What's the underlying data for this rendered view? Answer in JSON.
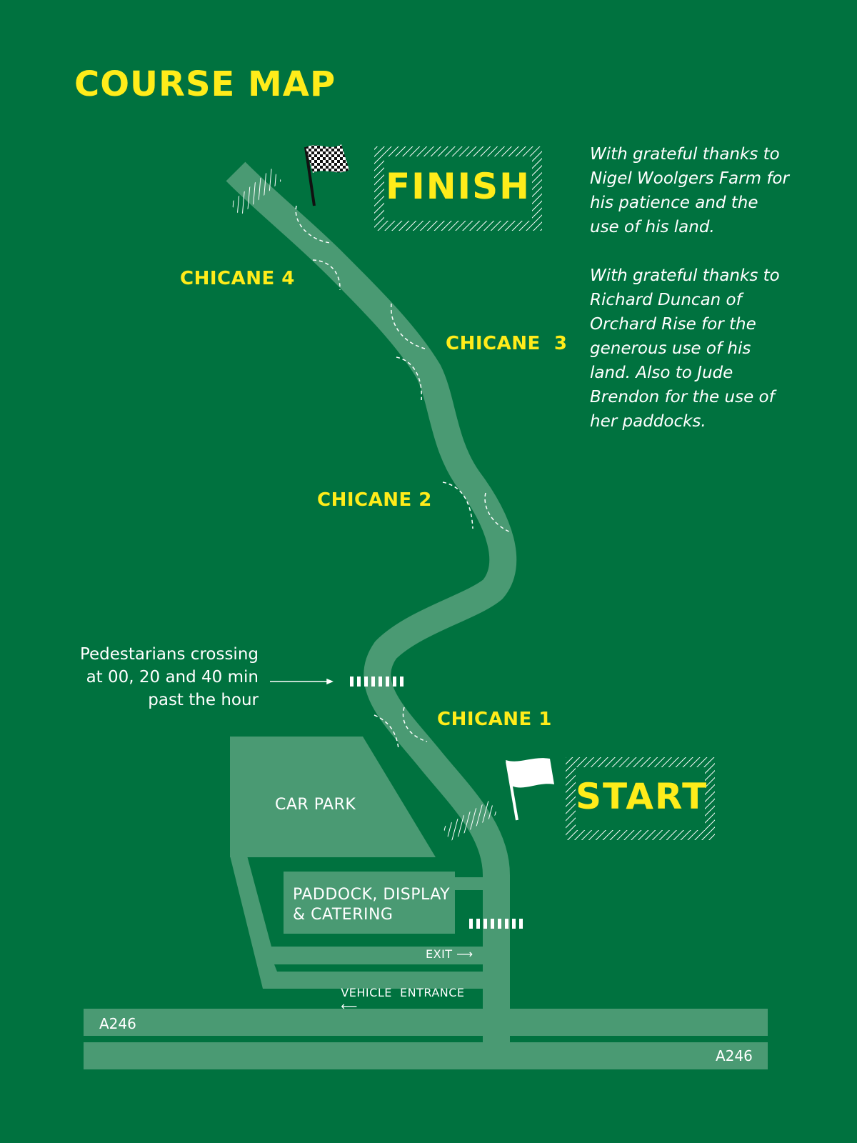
{
  "title": "COURSE MAP",
  "colors": {
    "background": "#00723f",
    "track": "#4a9a73",
    "accent_yellow": "#ffec1a",
    "text_white": "#ffffff"
  },
  "finish": {
    "label": "FINISH",
    "icon": "checkered-flag-icon"
  },
  "start": {
    "label": "START",
    "icon": "white-flag-icon"
  },
  "chicanes": [
    {
      "label": "CHICANE 1"
    },
    {
      "label": "CHICANE 2"
    },
    {
      "label": "CHICANE  3"
    },
    {
      "label": "CHICANE 4"
    }
  ],
  "thanks": [
    "With grateful thanks to Nigel Woolgers Farm for his patience and the use of his land.",
    "With grateful thanks to Richard Duncan of Orchard Rise for the generous use of his land. Also to Jude Brendon for the use of her paddocks."
  ],
  "pedestrian_note": {
    "lines": [
      "Pedestarians crossing",
      "at 00, 20 and 40 min",
      "past the hour"
    ]
  },
  "areas": {
    "car_park": "CAR PARK",
    "paddock_line1": "PADDOCK, DISPLAY",
    "paddock_line2": "& CATERING"
  },
  "access": {
    "exit": "EXIT",
    "exit_arrow": "⟶",
    "entrance": "VEHICLE  ENTRANCE",
    "entrance_arrow": "⟵"
  },
  "roads": {
    "upper": "A246",
    "lower": "A246"
  }
}
